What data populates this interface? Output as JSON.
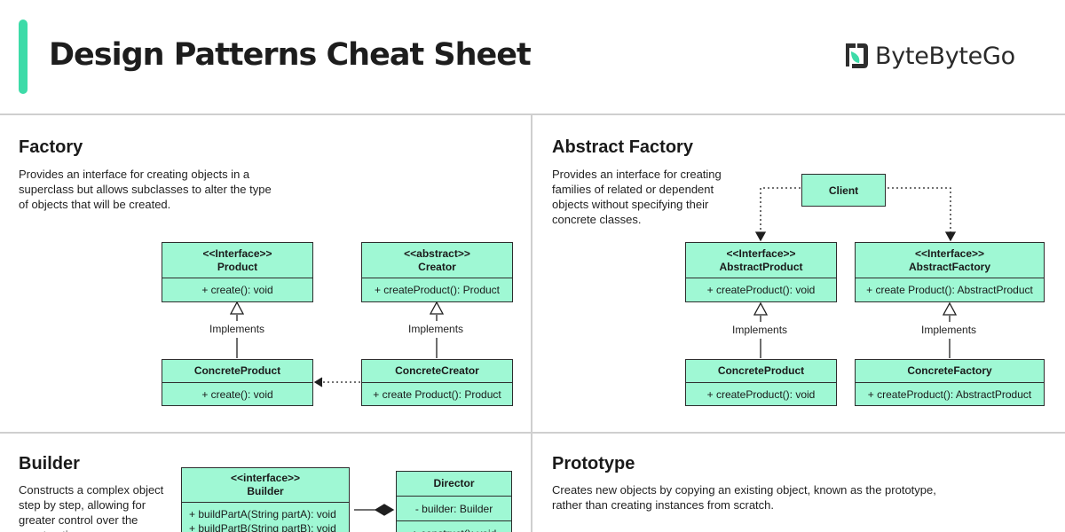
{
  "header": {
    "title": "Design Patterns Cheat Sheet",
    "brand": "ByteByteGo",
    "colors": {
      "accent": "#3ddba8",
      "box_fill": "#9ff8d4",
      "border": "#2d2d2d",
      "divider": "#cfcfcf"
    }
  },
  "factory": {
    "title": "Factory",
    "description": "Provides an interface for creating objects in a superclass but allows subclasses to alter the type of objects that will be created.",
    "product": {
      "stereotype": "<<Interface>>",
      "name": "Product",
      "method": "+ create(): void"
    },
    "creator": {
      "stereotype": "<<abstract>>",
      "name": "Creator",
      "method": "+ createProduct(): Product"
    },
    "concrete_product": {
      "name": "ConcreteProduct",
      "method": "+ create(): void"
    },
    "concrete_creator": {
      "name": "ConcreteCreator",
      "method": "+ create Product(): Product"
    },
    "implements_label": "Implements"
  },
  "abstract_factory": {
    "title": "Abstract Factory",
    "description": "Provides an interface for creating families of related or dependent objects without specifying their concrete classes.",
    "client": "Client",
    "abstract_product": {
      "stereotype": "<<Interface>>",
      "name": "AbstractProduct",
      "method": "+ createProduct(): void"
    },
    "abstract_factory_box": {
      "stereotype": "<<Interface>>",
      "name": "AbstractFactory",
      "method": "+ create Product(): AbstractProduct"
    },
    "concrete_product": {
      "name": "ConcreteProduct",
      "method": "+ createProduct(): void"
    },
    "concrete_factory": {
      "name": "ConcreteFactory",
      "method": "+ createProduct(): AbstractProduct"
    },
    "implements_label": "Implements"
  },
  "builder": {
    "title": "Builder",
    "description": "Constructs a complex object step by step, allowing for greater control over the construction",
    "interface": {
      "stereotype": "<<interface>>",
      "name": "Builder",
      "methods": [
        "+ buildPartA(String partA): void",
        "+ buildPartB(String partB): void"
      ]
    },
    "director": {
      "name": "Director",
      "field": "- builder: Builder",
      "method": "+ construct(): void"
    }
  },
  "prototype": {
    "title": "Prototype",
    "description": "Creates new objects by copying an existing object, known as the prototype, rather than creating instances from scratch."
  }
}
